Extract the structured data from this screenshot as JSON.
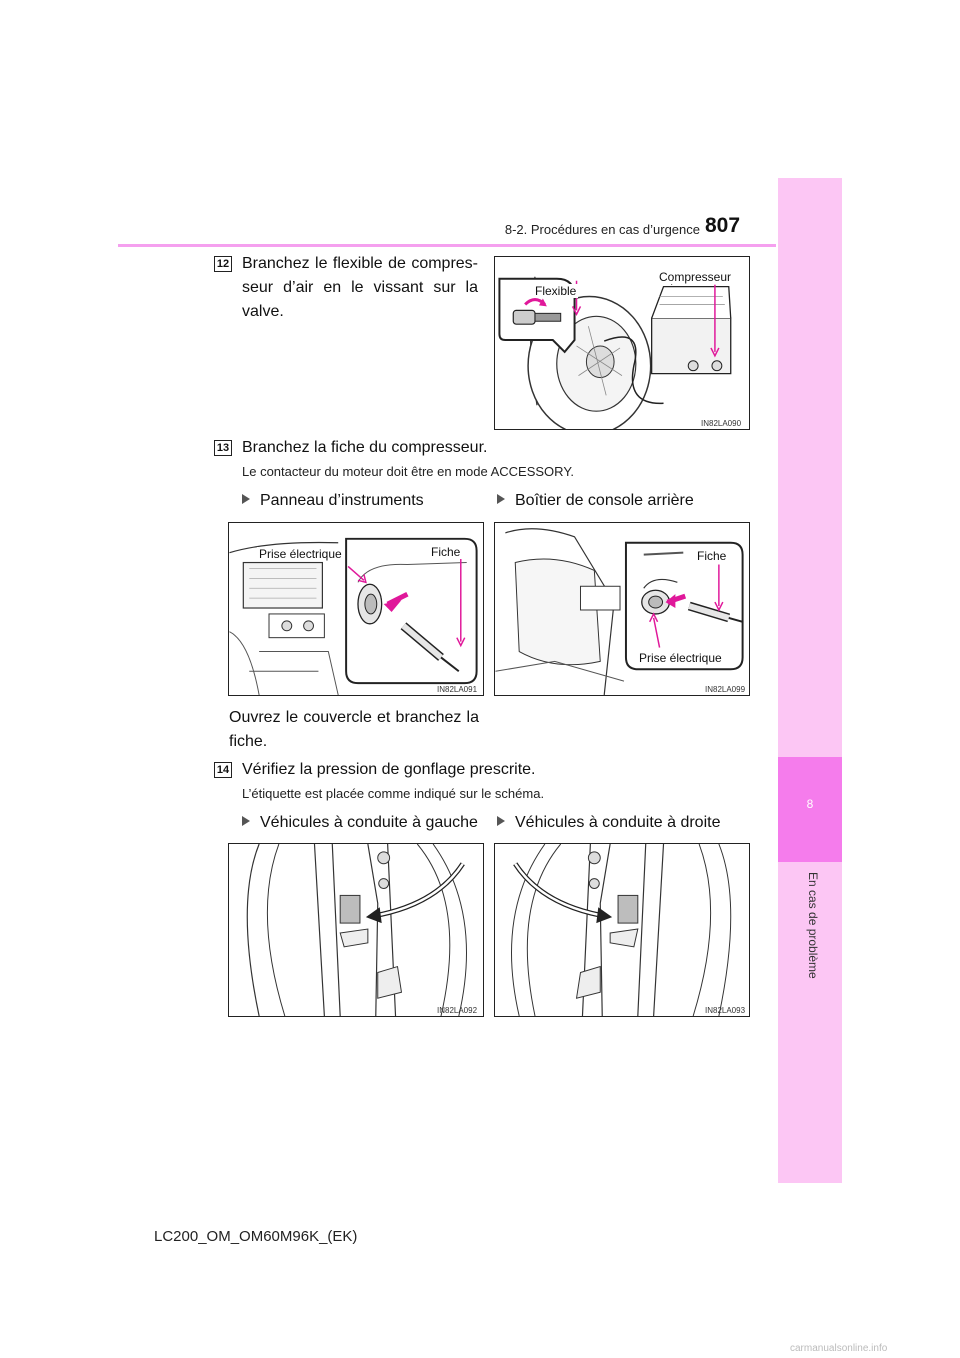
{
  "header": {
    "section": "8-2. Procédures en cas d’urgence",
    "page_number": "807"
  },
  "side_tab": {
    "chapter_number": "8",
    "chapter_label": "En cas de problème"
  },
  "steps": [
    {
      "number": "12",
      "text": "Branchez le flexible de compres-seur d’air en le vissant sur la valve.",
      "figure": {
        "code": "IN82LA090",
        "labels": [
          "Flexible",
          "Compresseur"
        ]
      }
    },
    {
      "number": "13",
      "text": "Branchez la fiche du compresseur.",
      "note": "Le contacteur du moteur doit être en mode ACCESSORY.",
      "variants": [
        {
          "heading": "Panneau d’instruments",
          "figure": {
            "code": "IN82LA091",
            "labels": [
              "Prise électrique",
              "Fiche"
            ]
          },
          "caption": "Ouvrez le couvercle et branchez la fiche."
        },
        {
          "heading": "Boîtier de console arrière",
          "figure": {
            "code": "IN82LA099",
            "labels": [
              "Fiche",
              "Prise électrique"
            ]
          }
        }
      ]
    },
    {
      "number": "14",
      "text": "Vérifiez la pression de gonflage prescrite.",
      "note": "L’étiquette est placée comme indiqué sur le schéma.",
      "variants": [
        {
          "heading": "Véhicules à conduite à gauche",
          "figure": {
            "code": "IN82LA092"
          }
        },
        {
          "heading": "Véhicules à conduite à droite",
          "figure": {
            "code": "IN82LA093"
          }
        }
      ]
    }
  ],
  "footer": {
    "model": "LC200_OM_OM60M96K_(EK)",
    "watermark": "carmanualsonline.info"
  },
  "colors": {
    "accent_pink": "#f5a0ef",
    "tab_light": "#fcc6f4",
    "tab_dark": "#f57cec",
    "arrow_magenta": "#e0189a"
  }
}
